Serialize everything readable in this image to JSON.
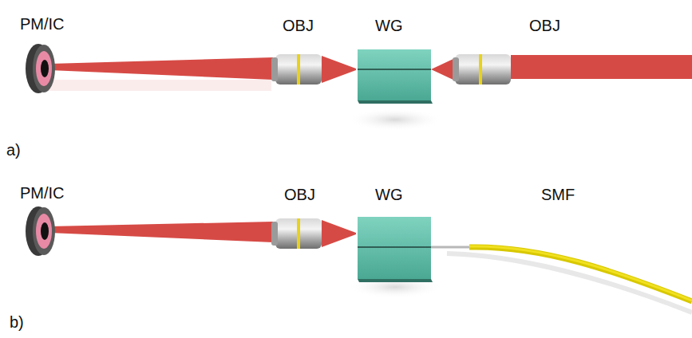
{
  "diagram": {
    "labels": [
      "PM/IC",
      "OBJ",
      "WG",
      "OBJ",
      "a)",
      "PM/IC",
      "OBJ",
      "WG",
      "SMF",
      "b)"
    ]
  }
}
